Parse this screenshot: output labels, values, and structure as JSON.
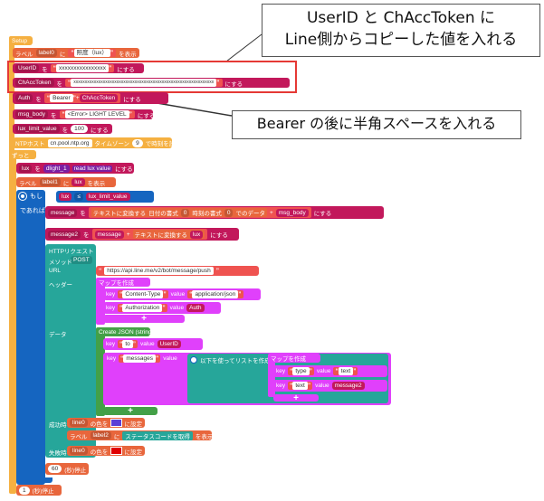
{
  "callouts": {
    "top_line1": "UserID と ChAccToken に",
    "top_line2": "Line側からコピーした値を入れる",
    "mid": "Bearer の後に半角スペースを入れる"
  },
  "setup": {
    "title": "Setup",
    "label0": {
      "prefix": "ラベル",
      "target": "label0",
      "ni": "に",
      "text": "照度（lux）",
      "suffix": "を表示"
    },
    "userid": {
      "var": "UserID",
      "wo": "を",
      "value": "xxxxxxxxxxxxxxxx",
      "suffix": "にする"
    },
    "token": {
      "var": "ChAccToken",
      "wo": "を",
      "value": "xxxxxxxxxxxxxxxxxxxxxxxxxxxxxxxxxxxxxxxxxxxxxxxxxxxxxxxxxxxxxx",
      "suffix": "にする"
    },
    "auth": {
      "var": "Auth",
      "wo": "を",
      "str": "Bearer",
      "join": "+",
      "ref": "ChAccToken",
      "suffix": "にする"
    },
    "msg_body": {
      "var": "msg_body",
      "wo": "を",
      "value": "<Error> LIGHT LEVEL",
      "suffix": "にする"
    },
    "lux_limit": {
      "var": "lux_limit_value",
      "wo": "を",
      "value": "100",
      "suffix": "にする"
    },
    "ntp": {
      "label": "NTPホスト",
      "host": "cn.pool.ntp.org",
      "tz_label": "タイムゾーン",
      "tz": "9",
      "suffix": "で時刻を設定"
    }
  },
  "loop": {
    "title": "ずっと",
    "lux_set": {
      "var": "lux",
      "wo": "を",
      "sensor": "dlight_1",
      "read": "read lux value",
      "suffix": "にする"
    },
    "label1": {
      "prefix": "ラベル",
      "target": "label1",
      "ni": "に",
      "var": "lux",
      "suffix": "を表示"
    },
    "if_label": "もし",
    "then_label": "であれば",
    "cond": {
      "left": "lux",
      "op": "≤",
      "right": "lux_limit_value"
    },
    "message_set": {
      "var": "message",
      "wo": "を",
      "conv": "テキストに変換する",
      "date_fmt": "日付の書式",
      "date_v": "0",
      "time_fmt": "時刻の書式",
      "time_v": "0",
      "data": "でのデータ",
      "plus": "+",
      "ref": "msg_body",
      "suffix": "にする"
    },
    "message2_set": {
      "var": "message2",
      "wo": "を",
      "ref": "message",
      "plus": "+",
      "conv": "テキストに変換する",
      "lux": "lux",
      "suffix": "にする"
    },
    "http": {
      "title": "HTTPリクエスト",
      "method_label": "メソッド",
      "method": "POST",
      "url_label": "URL",
      "url": "https://api.line.me/v2/bot/message/push",
      "header_label": "ヘッダー",
      "map_create": "マップを作成",
      "h1": {
        "key_label": "key",
        "key": "Content-Type",
        "value_label": "value",
        "value": "application/json"
      },
      "h2": {
        "key_label": "key",
        "key": "Authorization",
        "value_label": "value",
        "value": "Auth"
      },
      "data_label": "データ",
      "json_create": "Create JSON (string)",
      "j1": {
        "key_label": "key",
        "key": "to",
        "value_label": "value",
        "value": "UserID"
      },
      "j2": {
        "key_label": "key",
        "key": "messages",
        "value_label": "value"
      },
      "list_create": "以下を使ってリストを作成:",
      "m1": {
        "key_label": "key",
        "key": "type",
        "value_label": "value",
        "value": "text"
      },
      "m2": {
        "key_label": "key",
        "key": "text",
        "value_label": "value",
        "value": "message2"
      },
      "success_label": "成功時",
      "success_led": {
        "target": "line0",
        "text": "の色を",
        "suffix": "に設定",
        "color": "#5b3fd6"
      },
      "success_label2": {
        "prefix": "ラベル",
        "target": "label2",
        "ni": "に",
        "func": "ステータスコードを取得",
        "suffix": "を表示"
      },
      "fail_label": "失敗時",
      "fail_led": {
        "target": "line0",
        "text": "の色を",
        "suffix": "に設定",
        "color": "#e00000"
      }
    },
    "pause1": {
      "value": "60",
      "suffix": "(秒)停止"
    },
    "pause2": {
      "value": "1",
      "suffix": "(秒)停止"
    }
  },
  "colors": {
    "setup": "#f5b041",
    "label": "#e8663c",
    "variable": "#c2185b",
    "text": "#ef5350",
    "logic": "#1565c0",
    "loop": "#e8663c",
    "purple": "#7b1fa2",
    "teal": "#26a69a",
    "magenta": "#e040fb",
    "green": "#43a047",
    "red_box": "#e53935"
  }
}
